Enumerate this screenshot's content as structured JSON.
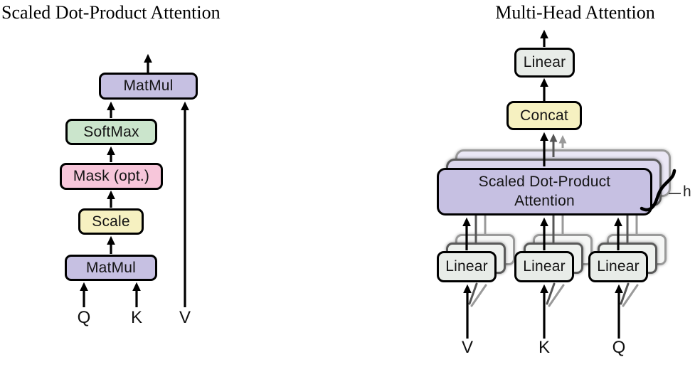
{
  "left": {
    "title": "Scaled Dot-Product Attention",
    "boxes": {
      "matmul_top": "MatMul",
      "softmax": "SoftMax",
      "mask": "Mask (opt.)",
      "scale": "Scale",
      "matmul_bottom": "MatMul"
    },
    "inputs": {
      "q": "Q",
      "k": "K",
      "v": "V"
    }
  },
  "right": {
    "title": "Multi-Head Attention",
    "boxes": {
      "linear_top": "Linear",
      "concat": "Concat",
      "sdpa_line1": "Scaled Dot-Product",
      "sdpa_line2": "Attention",
      "linear_v": "Linear",
      "linear_k": "Linear",
      "linear_q": "Linear"
    },
    "inputs": {
      "v": "V",
      "k": "K",
      "q": "Q"
    },
    "head_count_label": "h"
  },
  "colors": {
    "box_purple": "#c6c0e2",
    "box_green": "#cbe5cc",
    "box_pink": "#f7c6da",
    "box_yellow": "#f6f1c1",
    "box_gray": "#e8ece8",
    "stack_mid_border": "#5a5a5a",
    "stack_back_border": "#9a9a9a",
    "arrow_black": "#000000",
    "arrow_gray_dark": "#555555",
    "arrow_gray_light": "#9a9a9a"
  }
}
